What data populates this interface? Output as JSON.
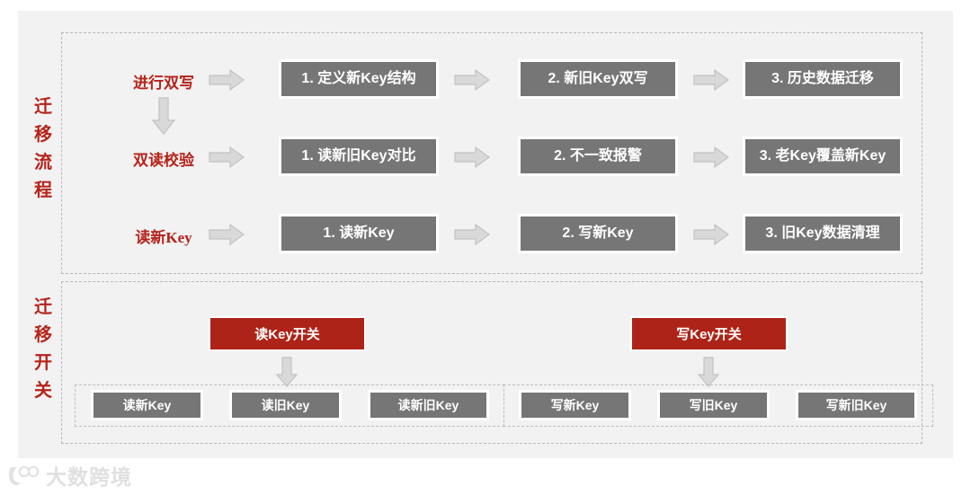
{
  "diagram": {
    "title_flow": "迁移流程",
    "title_switch": "迁移开关",
    "colors": {
      "panel_bg": "#f2f2f2",
      "step_gray": "#767676",
      "accent_red": "#ae2318",
      "label_red": "#b5231a",
      "arrow_gray": "#d9d9d9",
      "dash_border": "#b8b8b8"
    }
  },
  "flow": {
    "section_label": "迁移流程",
    "rows": [
      {
        "label": "进行双写",
        "steps": [
          "1. 定义新Key结构",
          "2. 新旧Key双写",
          "3. 历史数据迁移"
        ]
      },
      {
        "label": "双读校验",
        "steps": [
          "1. 读新旧Key对比",
          "2. 不一致报警",
          "3. 老Key覆盖新Key"
        ]
      },
      {
        "label": "读新Key",
        "steps": [
          "1. 读新Key",
          "2. 写新Key",
          "3. 旧Key数据清理"
        ]
      }
    ]
  },
  "switches": {
    "section_label": "迁移开关",
    "groups": [
      {
        "name": "读Key开关",
        "options": [
          "读新Key",
          "读旧Key",
          "读新旧Key"
        ]
      },
      {
        "name": "写Key开关",
        "options": [
          "写新Key",
          "写旧Key",
          "写新旧Key"
        ]
      }
    ]
  },
  "watermark": {
    "text": "大数跨境"
  }
}
